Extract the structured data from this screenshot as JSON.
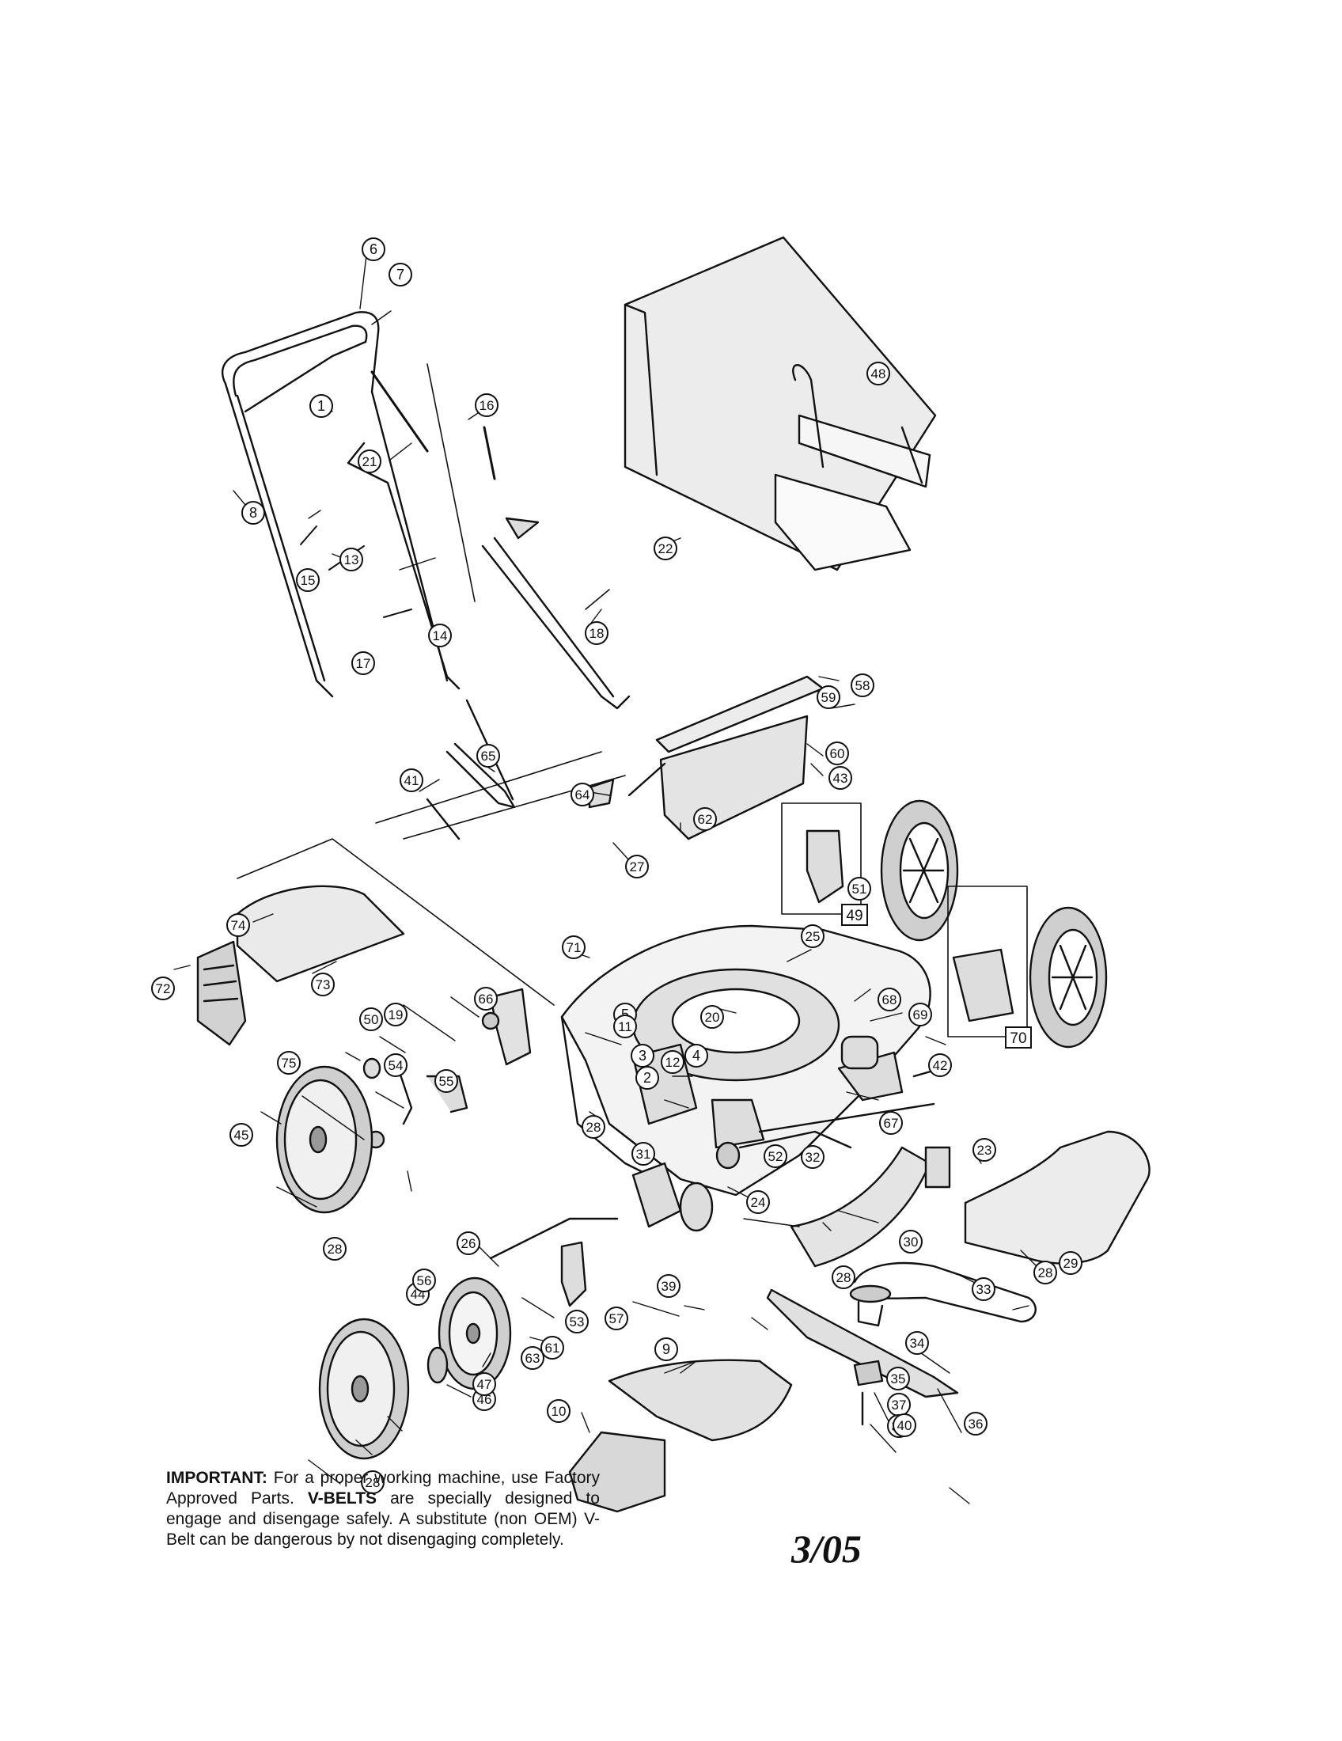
{
  "callouts": [
    "1",
    "2",
    "3",
    "4",
    "5",
    "6",
    "7",
    "8",
    "9",
    "10",
    "11",
    "12",
    "13",
    "14",
    "15",
    "16",
    "17",
    "18",
    "19",
    "20",
    "21",
    "22",
    "23",
    "24",
    "25",
    "26",
    "27",
    "28",
    "28",
    "28",
    "28",
    "28",
    "29",
    "30",
    "31",
    "32",
    "33",
    "34",
    "35",
    "36",
    "37",
    "38",
    "39",
    "40",
    "41",
    "42",
    "43",
    "44",
    "45",
    "46",
    "47",
    "48",
    "49",
    "50",
    "51",
    "52",
    "53",
    "54",
    "55",
    "56",
    "57",
    "58",
    "59",
    "60",
    "61",
    "62",
    "63",
    "64",
    "65",
    "66",
    "67",
    "68",
    "69",
    "70",
    "71",
    "72",
    "73",
    "74",
    "75"
  ],
  "boxed_callouts": [
    "49",
    "70"
  ],
  "note": {
    "important_label": "IMPORTANT:",
    "part1": " For a proper working machine, use Factory Approved Parts. ",
    "vbelts_label": "V-BELTS",
    "part2": " are specially designed to engage and disengage safely. A substitute (non OEM) V-Belt can be dangerous by not disengaging completely."
  },
  "date_code": "3/05"
}
